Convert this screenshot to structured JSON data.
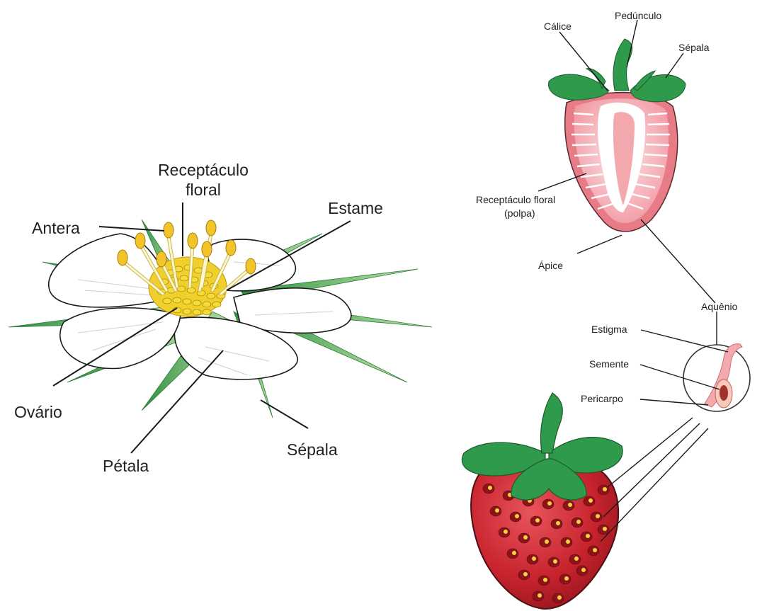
{
  "flower": {
    "labels": {
      "receptaculo_1": "Receptáculo",
      "receptaculo_2": "floral",
      "antera": "Antera",
      "estame": "Estame",
      "ovario": "Ovário",
      "petala": "Pétala",
      "sepala": "Sépala"
    }
  },
  "fruit_section": {
    "labels": {
      "calice": "Cálice",
      "peduncULO": "Pedúnculo",
      "sepala": "Sépala",
      "receptaculo_1": "Receptáculo floral",
      "receptaculo_2": "(polpa)",
      "apice": "Ápice"
    }
  },
  "achene": {
    "labels": {
      "aquenio": "Aquênio",
      "estigma": "Estigma",
      "semente": "Semente",
      "pericarpo": "Pericarpo"
    }
  },
  "colors": {
    "leaf_green": "#2f9a4c",
    "petal_white": "#ffffff",
    "stamen_yellow": "#f2d21e",
    "flesh_pink": "#f4a3ac",
    "strawberry_red": "#c8242e",
    "seed_yellow": "#f3d341"
  }
}
